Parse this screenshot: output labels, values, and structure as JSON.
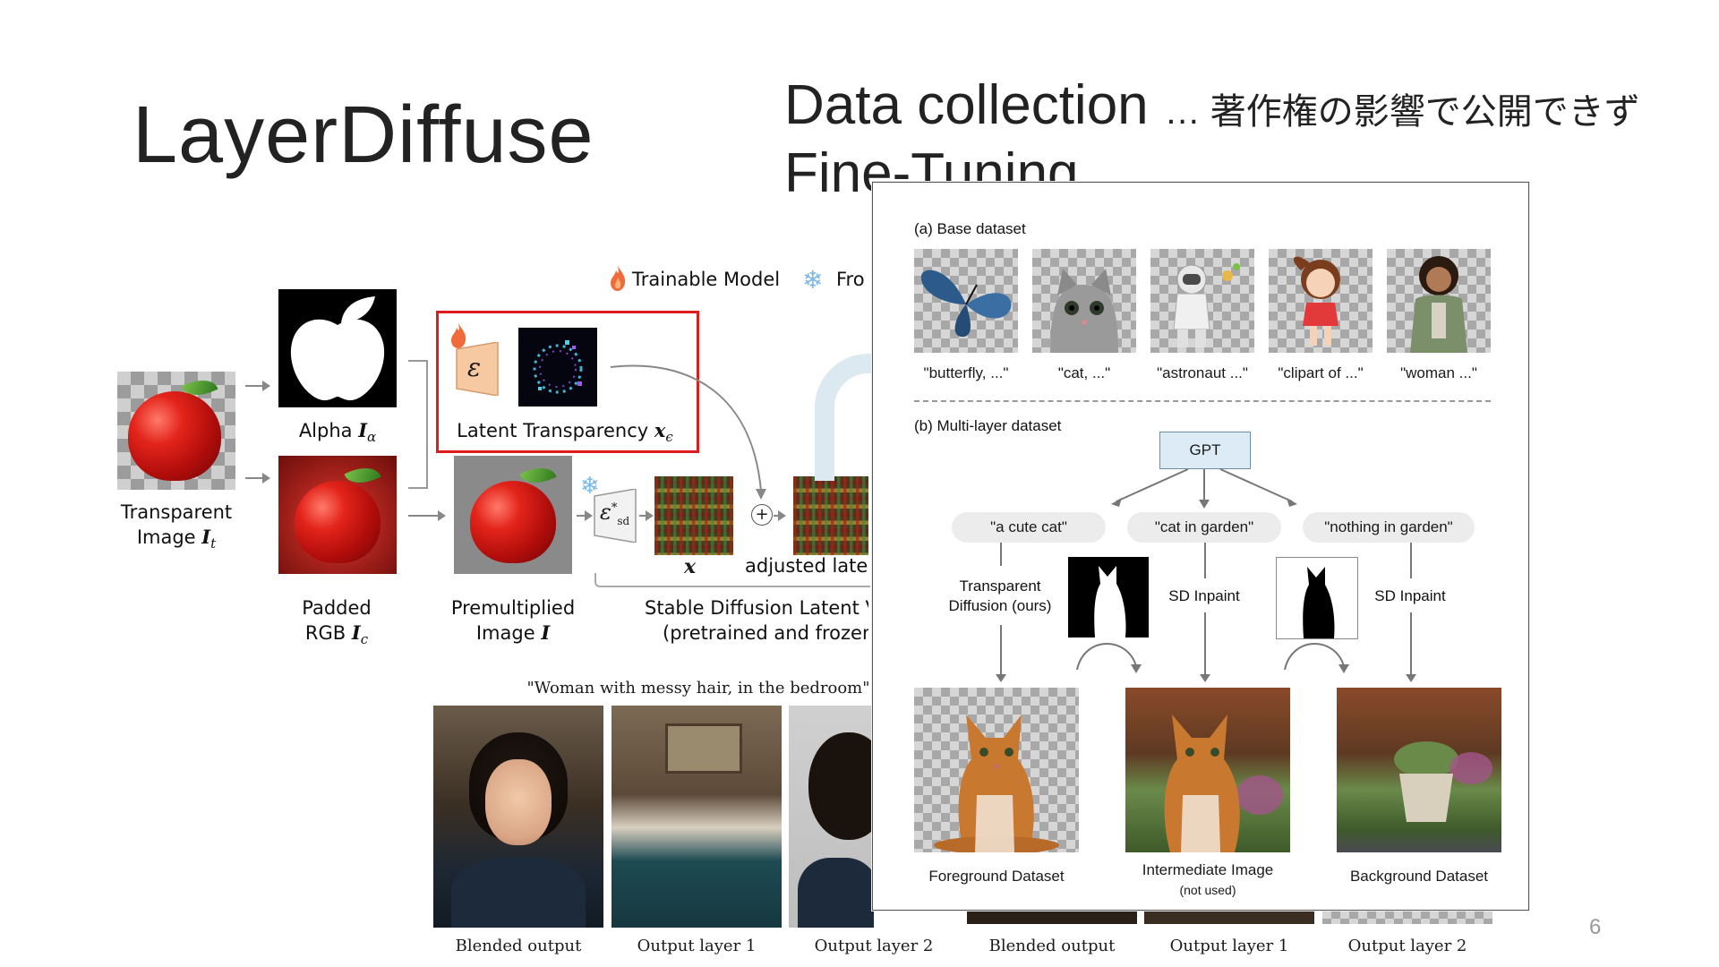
{
  "slide": {
    "title": "LayerDiffuse",
    "data_collection_title": "Data collection",
    "data_collection_note": "… 著作権の影響で公開できず",
    "fine_tuning_title": "Fine-Tuning",
    "page_number": "6"
  },
  "diagram": {
    "legend_trainable": "Trainable Model",
    "legend_frozen": "Fro",
    "label_transparent": "Transparent",
    "label_image": "Image",
    "sym_transparent": "I",
    "sub_transparent": "t",
    "label_alpha": "Alpha",
    "sym_alpha": "I",
    "sub_alpha": "α",
    "label_latent_transparency": "Latent Transparency",
    "sym_latent": "x",
    "sub_latent": "ϵ",
    "label_padded": "Padded",
    "label_rgb": "RGB",
    "sym_rgb": "I",
    "sub_rgb": "c",
    "label_premultiplied": "Premultiplied",
    "label_premult_image": "Image",
    "sym_premult": "I",
    "encoder_symbol": "ε",
    "sd_encoder_symbol": "ε",
    "sd_encoder_sup": "*",
    "sd_encoder_sub": "sd",
    "plus_symbol": "+",
    "label_x": "x",
    "label_adjusted": "adjusted latent",
    "label_sd_vae": "Stable Diffusion Latent VA",
    "label_pretrained": "(pretrained and frozen)"
  },
  "results": {
    "prompt": "\"Woman with messy hair, in the bedroom\"",
    "captions": [
      "Blended output",
      "Output layer 1",
      "Output layer 2",
      "Blended output",
      "Output layer 1",
      "Output layer 2"
    ]
  },
  "panel": {
    "section_a": "(a) Base dataset",
    "base_captions": [
      "\"butterfly, ...\"",
      "\"cat, ...\"",
      "\"astronaut ...\"",
      "\"clipart of ...\"",
      "\"woman ...\""
    ],
    "section_b": "(b) Multi-layer dataset",
    "gpt": "GPT",
    "prompts": [
      "\"a cute cat\"",
      "\"cat in garden\"",
      "\"nothing in garden\""
    ],
    "transparent_diffusion_1": "Transparent",
    "transparent_diffusion_2": "Diffusion (ours)",
    "sd_inpaint_1": "SD Inpaint",
    "sd_inpaint_2": "SD Inpaint",
    "foreground": "Foreground Dataset",
    "intermediate": "Intermediate Image",
    "not_used": "(not used)",
    "background": "Background Dataset"
  }
}
